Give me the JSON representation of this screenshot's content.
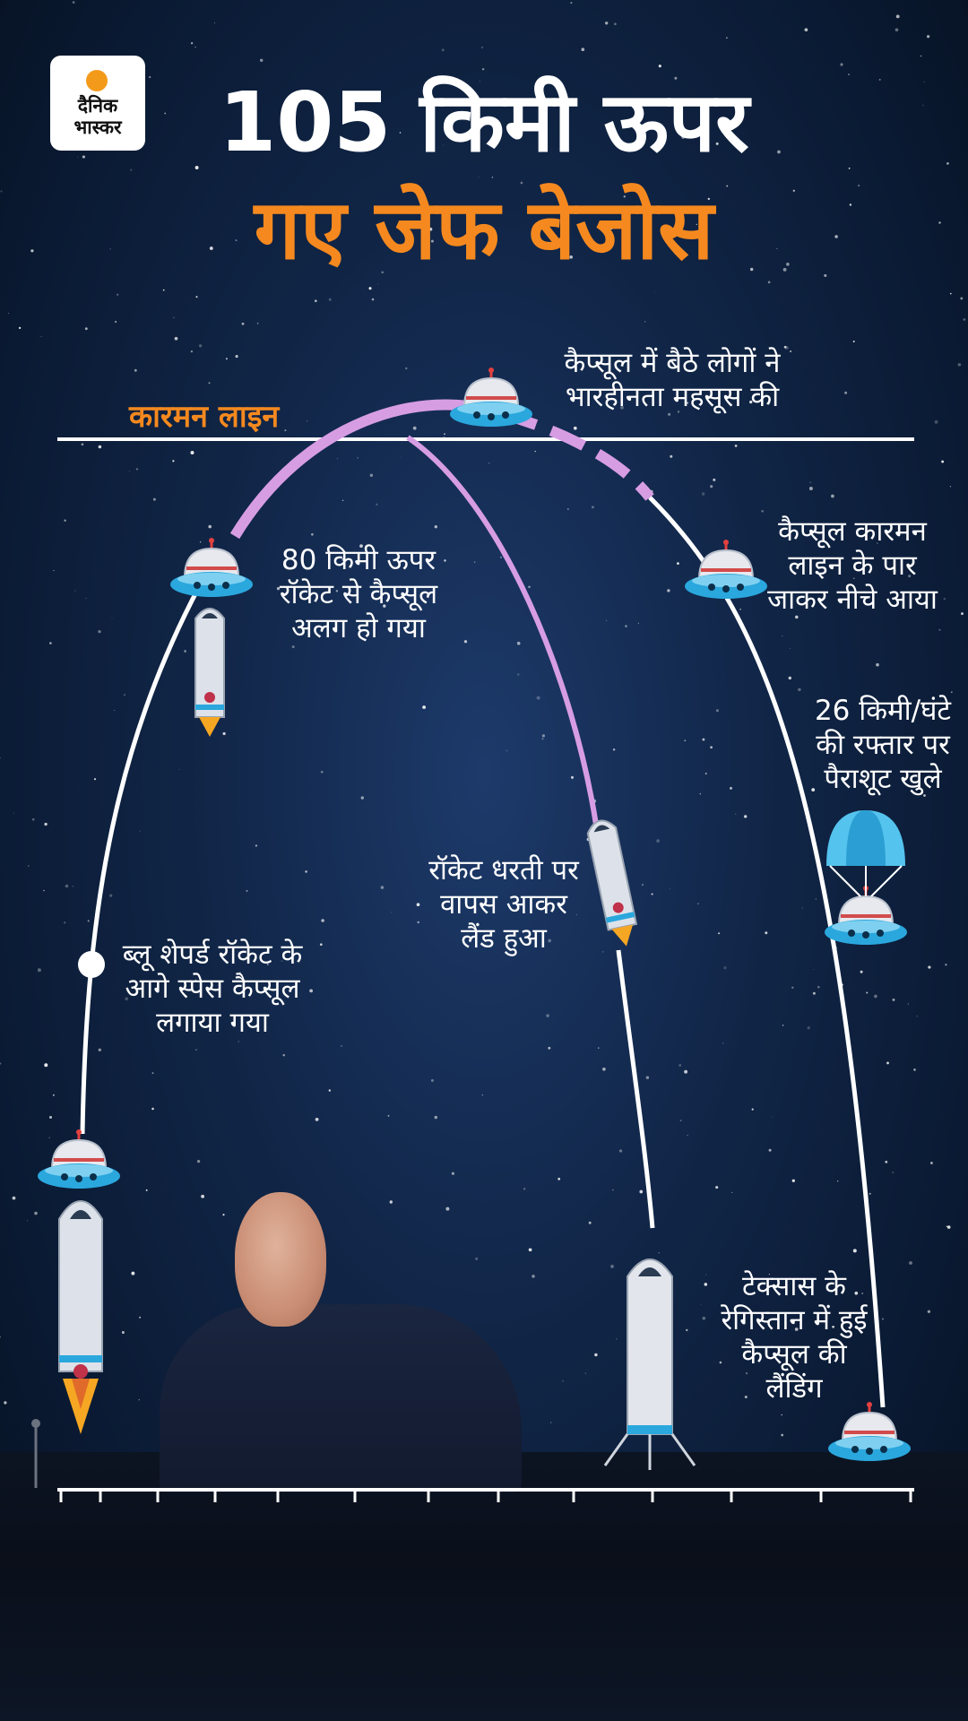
{
  "logo": {
    "line1": "दैनिक",
    "line2": "भास्कर"
  },
  "title": {
    "line1": "105 किमी ऊपर",
    "line2": "गए जेफ बेजोस"
  },
  "karman_line_label": "कारमन लाइन",
  "notes": {
    "weightless": [
      "कैप्सूल में बैठे लोगों ने",
      "भारहीनता महसूस की"
    ],
    "separation": [
      "80 किमी ऊपर",
      "रॉकेट से कैप्सूल",
      "अलग हो गया"
    ],
    "descent": [
      "कैप्सूल कारमन",
      "लाइन के पार",
      "जाकर नीचे आया"
    ],
    "parachute": [
      "26 किमी/घंटे",
      "की रफ्तार पर",
      "पैराशूट खुले"
    ],
    "booster_landing": [
      "रॉकेट धरती पर",
      "वापस आकर",
      "लैंड हुआ"
    ],
    "launch": [
      "ब्लू शेपर्ड रॉकेट के",
      "आगे स्पेस कैप्सूल",
      "लगाया गया"
    ],
    "capsule_landing": [
      "टेक्सास के",
      "रेगिस्तान में हुई",
      "कैप्सूल की",
      "लैंडिंग"
    ]
  },
  "colors": {
    "accent_orange": "#f5891f",
    "path_white": "#ffffff",
    "path_lilac": "#d79de3",
    "capsule_blue": "#29a9de"
  }
}
